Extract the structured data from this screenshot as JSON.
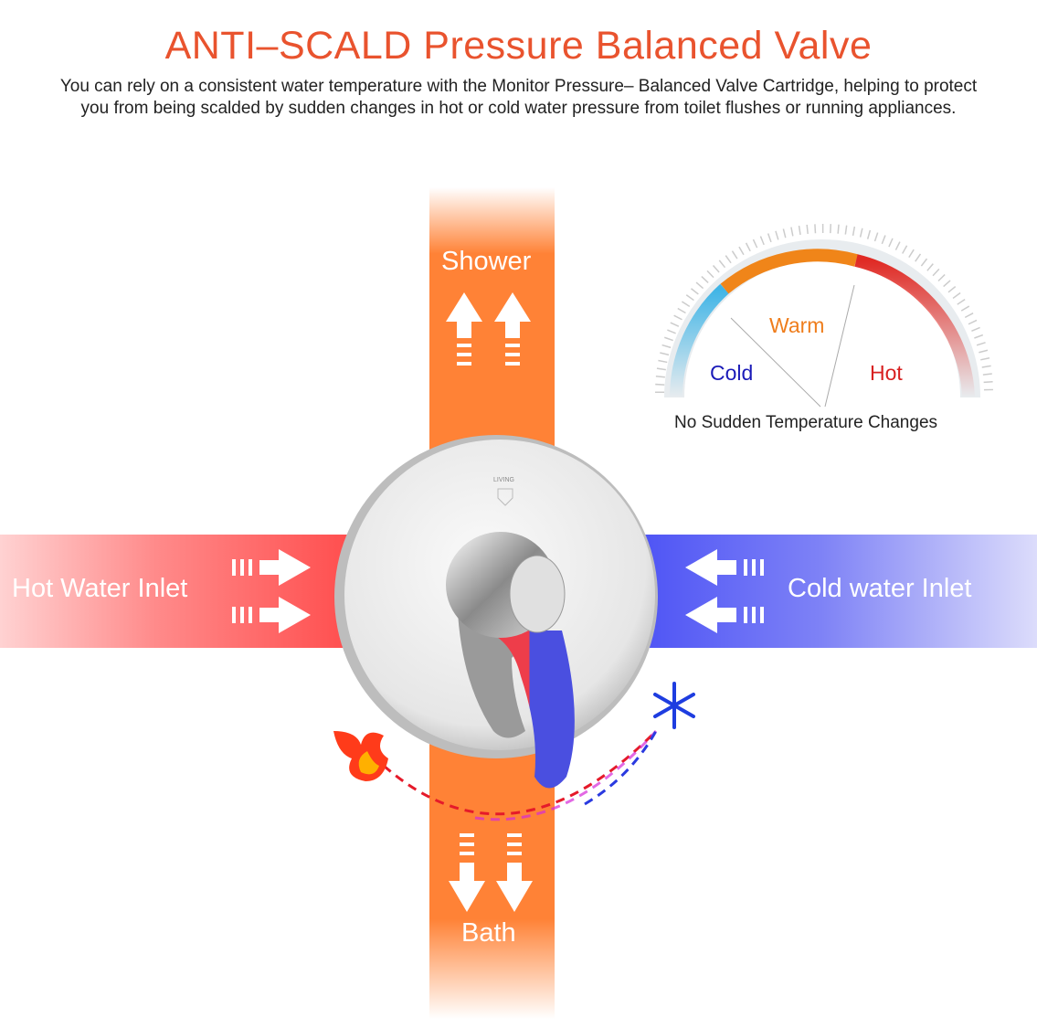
{
  "header": {
    "title": "ANTI–SCALD Pressure Balanced Valve",
    "subtitle": "You can rely on a consistent water temperature with the Monitor Pressure– Balanced Valve Cartridge, helping to protect you from being scalded by sudden changes in hot or cold water pressure from toilet flushes or running appliances."
  },
  "flows": {
    "shower": "Shower",
    "bath": "Bath",
    "hot_inlet": "Hot Water Inlet",
    "cold_inlet": "Cold water Inlet"
  },
  "gauge": {
    "cold": "Cold",
    "warm": "Warm",
    "hot": "Hot",
    "caption": "No Sudden Temperature Changes"
  },
  "logo_text": "LIVING",
  "colors": {
    "title": "#e9532e",
    "orange": "#ff8236",
    "hot": "#ff4f4f",
    "cold": "#4f55f5"
  }
}
